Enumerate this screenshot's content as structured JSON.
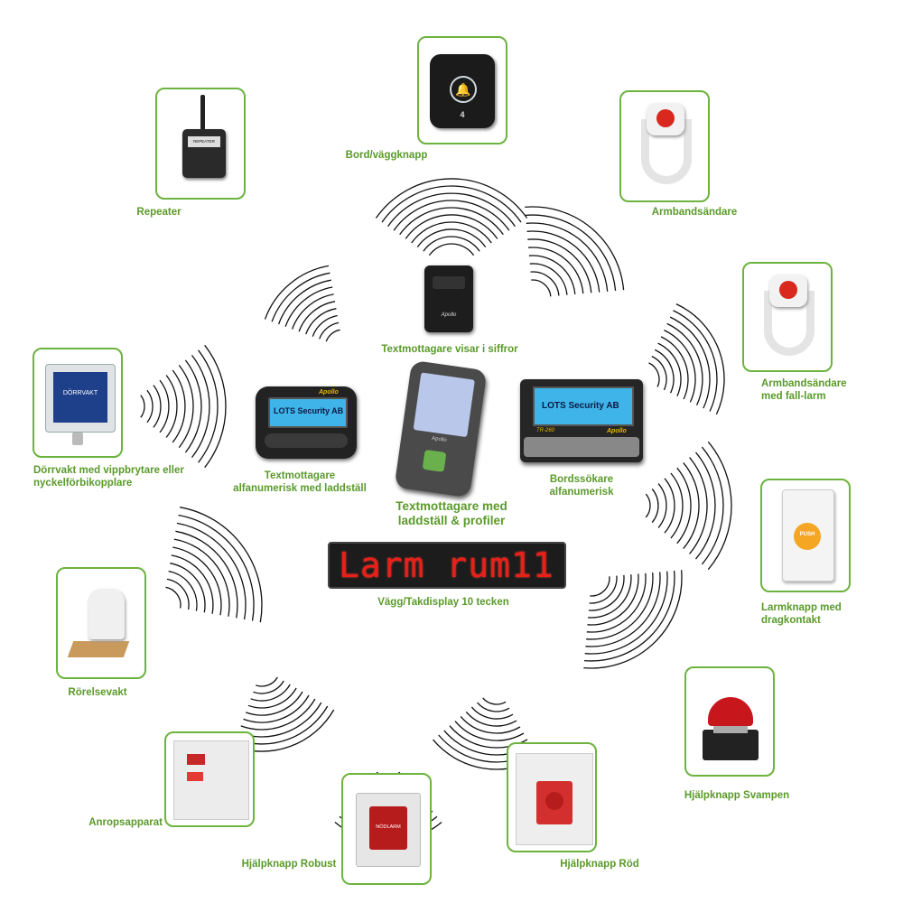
{
  "labels": {
    "repeater": "Repeater",
    "bord_vaggknapp": "Bord/väggknapp",
    "armbandsandare": "Armbandsändare",
    "armbandsandare_fall": "Armbandsändare\nmed fall-larm",
    "dorrvakt": "Dörrvakt med vippbrytare eller\nnyckelförbikopplare",
    "text_siffror": "Textmottagare visar i siffror",
    "text_alfa": "Textmottagare\nalfanumerisk  med laddställ",
    "text_profiler": "Textmottagare med\nladdställ & profiler",
    "bordssokare": "Bordssökare\nalfanumerisk",
    "larmknapp": "Larmknapp med\ndragkontakt",
    "display": "Vägg/Takdisplay 10 tecken",
    "rorelsevakt": "Rörelsevakt",
    "anropsapparat": "Anropsapparat",
    "hjalp_robust": "Hjälpknapp Robust",
    "hjalp_rod": "Hjälpknapp Röd",
    "hjalp_svampen": "Hjälpknapp Svampen"
  },
  "device_text": {
    "pager_left_screen": "LOTS Security AB",
    "pager_left_brand": "Apollo",
    "desk_screen": "LOTS Security AB",
    "desk_brand": "Apollo",
    "desk_model": "TR-260",
    "led_display": "Larm rum11",
    "dorrvakt_plate": "DÖRRVAKT",
    "noolarm_plate": "NÖDLARM",
    "push_button": "PUSH",
    "repeater_plate": "REPEATER",
    "button_number": "4",
    "pager_siffror_brand": "Apollo",
    "handheld_brand": "Apollo"
  },
  "colors": {
    "frame_green": "#6db33f",
    "label_green": "#5a9a2a",
    "led_red": "#e8201a",
    "screen_blue": "#3fb4e8"
  }
}
